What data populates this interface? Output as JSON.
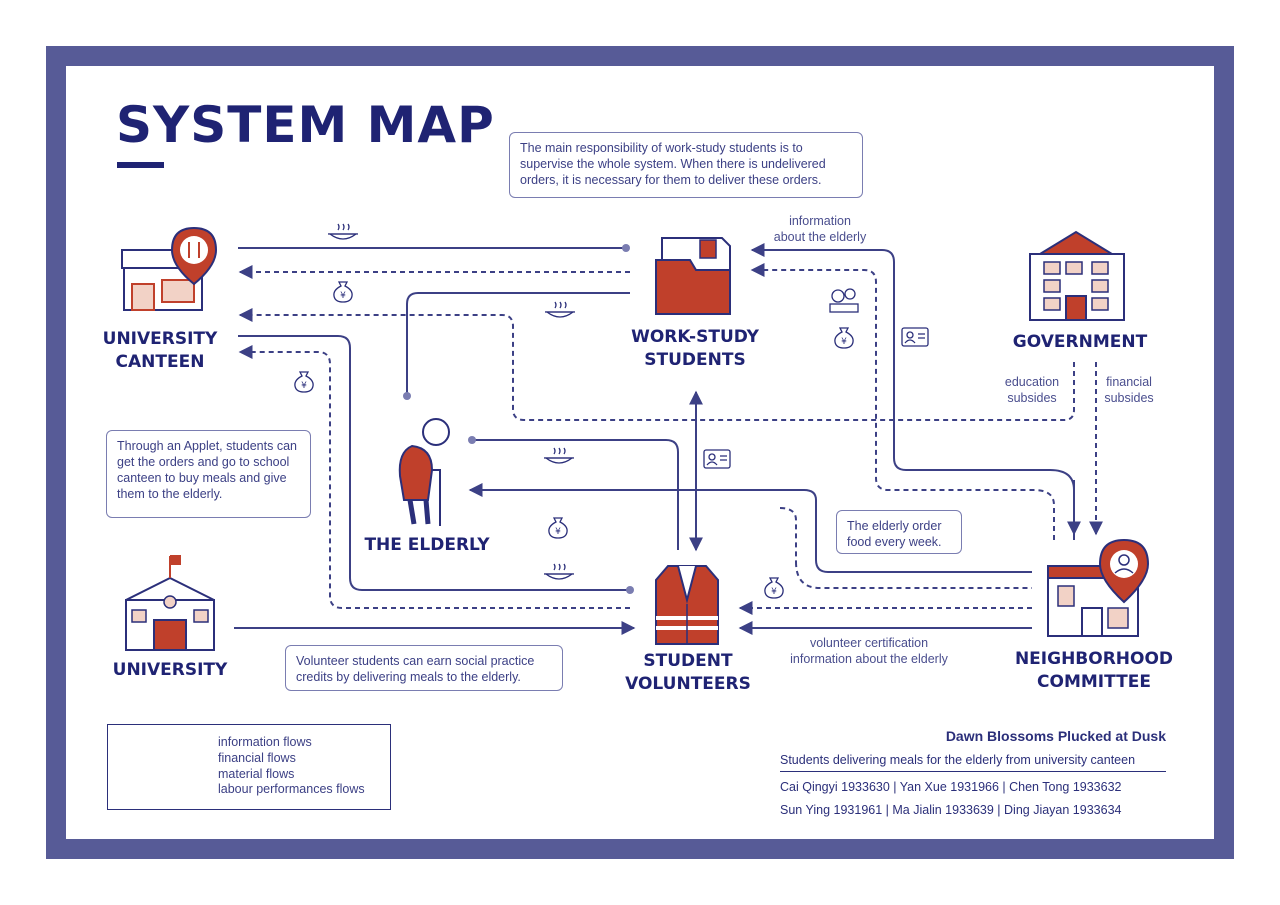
{
  "title": "SYSTEM MAP",
  "nodes": {
    "canteen": "UNIVERSITY\nCANTEEN",
    "work_study": "WORK-STUDY\nSTUDENTS",
    "government": "GOVERNMENT",
    "elderly": "THE ELDERLY",
    "university": "UNIVERSITY",
    "volunteers": "STUDENT\nVOLUNTEERS",
    "neighborhood": "NEIGHBORHOOD\nCOMMITTEE"
  },
  "notes": {
    "work_study": "The main responsibility of work-study students is to supervise the whole system. When there is undelivered orders, it is necessary for them to deliver these orders.",
    "applet": "Through an Applet, students can get the orders and go to school canteen to buy meals and give them to the elderly.",
    "weekly": "The elderly order food every week.",
    "credits": "Volunteer students can earn social practice credits by delivering meals to the elderly."
  },
  "flow_labels": {
    "info_elderly": "information\nabout the elderly",
    "education": "education\nsubsides",
    "financial": "financial\nsubsides",
    "volunteer_cert": "volunteer certification\ninformation about the elderly"
  },
  "legend": [
    "information flows",
    "financial flows",
    "material flows",
    "labour performances flows"
  ],
  "credits": {
    "title": "Dawn Blossoms Plucked at Dusk",
    "subtitle": "Students delivering meals for the elderly from university canteen",
    "members_line1": "Cai Qingyi 1933630  |  Yan Xue 1931966  |  Chen Tong  1933632",
    "members_line2": "Sun Ying 1931961  |  Ma Jialin 1933639  |  Ding Jiayan 1933634"
  },
  "colors": {
    "navy": "#2b2f7a",
    "frame": "#575b97",
    "red": "#c0402b",
    "pink": "#f2d2c6"
  }
}
